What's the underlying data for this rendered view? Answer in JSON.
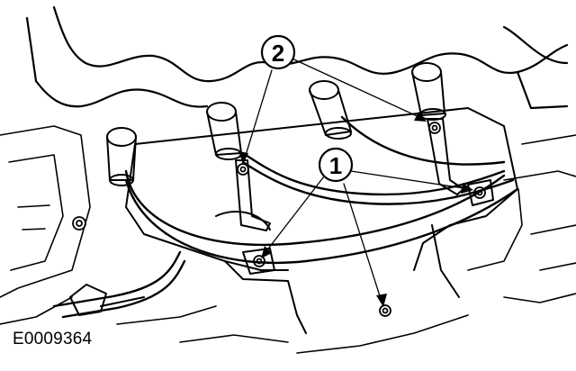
{
  "diagram": {
    "figure_id": "E0009364",
    "callouts": [
      {
        "id": "callout-1",
        "label": "1"
      },
      {
        "id": "callout-2",
        "label": "2"
      }
    ],
    "colors": {
      "ink": "#000000",
      "paper": "#ffffff"
    }
  }
}
